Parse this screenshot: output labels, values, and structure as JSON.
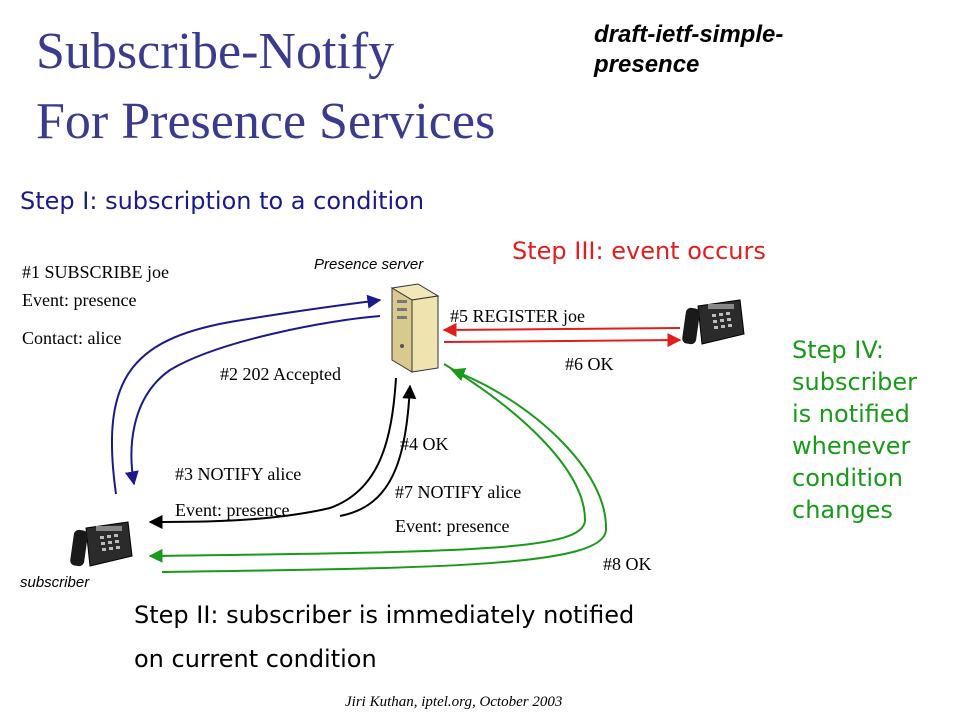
{
  "title": {
    "line1": "Subscribe-Notify",
    "line2": "For Presence Services"
  },
  "draft_label": {
    "line1": "draft-ietf-simple-",
    "line2": "presence"
  },
  "steps": {
    "step1": "Step I: subscription to a condition",
    "step2_line1": "Step II: subscriber is immediately notified",
    "step2_line2": "on current condition",
    "step3": "Step III: event occurs",
    "step4": [
      "Step IV:",
      "subscriber",
      "is notified",
      "whenever",
      "condition",
      "changes"
    ]
  },
  "nodes": {
    "server_label": "Presence server",
    "subscriber_label": "subscriber"
  },
  "messages": {
    "m1_line1": "#1 SUBSCRIBE joe",
    "m1_line2": "Event: presence",
    "m1_line3": "Contact: alice",
    "m2": "#2 202 Accepted",
    "m3_line1": "#3 NOTIFY alice",
    "m3_line2": "Event: presence",
    "m4": "#4 OK",
    "m5": "#5 REGISTER joe",
    "m6": "#6 OK",
    "m7_line1": "#7 NOTIFY alice",
    "m7_line2": "Event: presence",
    "m8": "#8 OK"
  },
  "colors": {
    "title": "#3a3a8f",
    "step1": "#1a1a8c",
    "step3": "#e11e1e",
    "step4": "#1a9a1a",
    "subscribe_flow": "#1a1a8c",
    "notify_flow": "#000000",
    "register_flow": "#e11e1e",
    "event_notify_flow": "#1a9a1a"
  },
  "footer": "Jiri Kuthan, iptel.org, October 2003"
}
